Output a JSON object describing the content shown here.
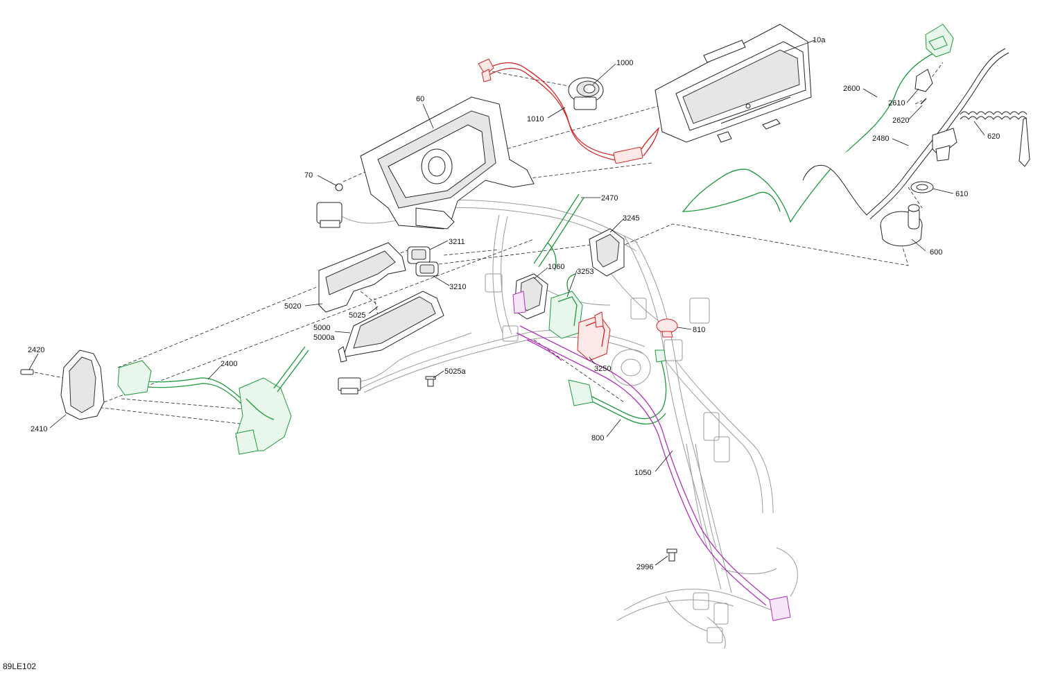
{
  "document_ref": "89LE102",
  "colors": {
    "green_highlight": "#1a9a3a",
    "red_highlight": "#d42020",
    "magenta_highlight": "#b030b8",
    "line_art": "#222222",
    "frame_art": "#9a9a9a"
  },
  "labels": {
    "l10a": "10a",
    "l1000": "1000",
    "l1010": "1010",
    "l60": "60",
    "l70": "70",
    "l2600": "2600",
    "l2610": "2610",
    "l2620": "2620",
    "l620": "620",
    "l2480": "2480",
    "l610": "610",
    "l600": "600",
    "l2470": "2470",
    "l3245": "3245",
    "l3211": "3211",
    "l3210": "3210",
    "l1060": "1060",
    "l3253": "3253",
    "l5020": "5020",
    "l5025": "5025",
    "l5000": "5000",
    "l5000a": "5000a",
    "l810": "810",
    "l2420": "2420",
    "l2400": "2400",
    "l2410": "2410",
    "l3250": "3250",
    "l5025a": "5025a",
    "l800": "800",
    "l1050": "1050",
    "l2996": "2996"
  }
}
